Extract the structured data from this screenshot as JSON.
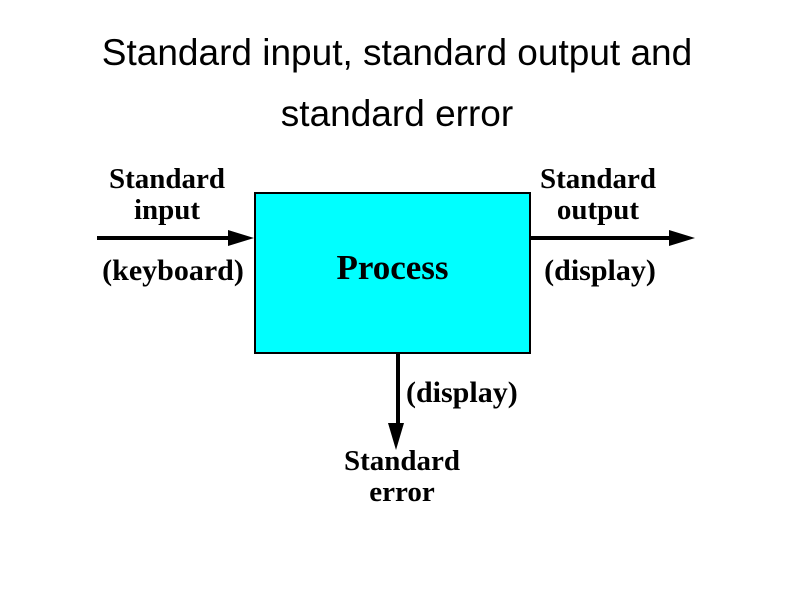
{
  "title": {
    "line1": "Standard input, standard output and",
    "line2": "standard error"
  },
  "diagram": {
    "process": {
      "label": "Process",
      "fill_color": "#00ffff"
    },
    "stdin": {
      "label_line1": "Standard",
      "label_line2": "input",
      "device": "(keyboard)"
    },
    "stdout": {
      "label_line1": "Standard",
      "label_line2": "output",
      "device": "(display)"
    },
    "stderr": {
      "label_line1": "Standard",
      "label_line2": "error",
      "device": "(display)"
    }
  },
  "colors": {
    "background": "#ffffff",
    "text": "#000000",
    "arrow": "#000000",
    "process_fill": "#00ffff",
    "process_border": "#000000"
  }
}
